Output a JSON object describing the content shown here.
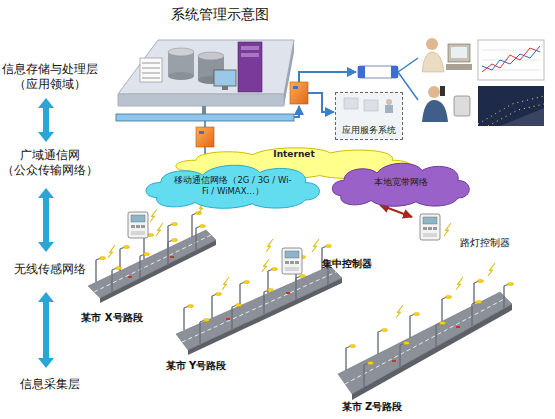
{
  "diagram": {
    "title": "系统管理示意图",
    "nodes": [
      {
        "text": [
          "Internet"
        ]
      },
      {
        "text": [
          "移动通信网络（2G / 3G / Wi-Fi / WiMAX…）"
        ]
      },
      {
        "text": [
          "本地宽带网络"
        ]
      },
      {
        "text": [
          "应用服务系统"
        ]
      }
    ],
    "labels": [
      "信息存储与处理层 （应用领域）",
      "广域通信网 （公众传输网络）",
      "无线传感网络",
      "信息采集层",
      "集中控制器",
      "路灯控制器",
      "某市 X号路段",
      "某市 Y号路段",
      "某市 Z号路段"
    ]
  }
}
